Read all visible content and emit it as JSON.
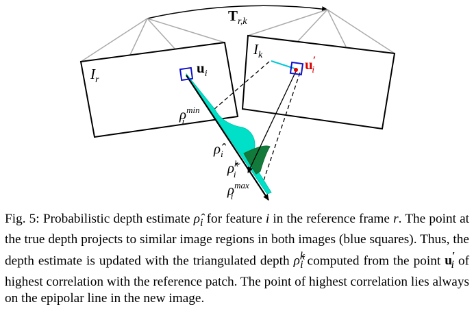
{
  "figure": {
    "labels": {
      "transform_main": "T",
      "transform_sub": "r,k",
      "ref_image_main": "I",
      "ref_image_sub": "r",
      "new_image_main": "I",
      "new_image_sub": "k",
      "ref_point_main": "u",
      "ref_point_sub": "i",
      "new_point_main": "u",
      "new_point_prime": "′",
      "new_point_sub": "i",
      "rho_min_main": "ρ",
      "rho_min_sub": "i",
      "rho_min_sup": "min",
      "rho_hat_main": "ρ̂",
      "rho_hat_sub": "i",
      "rho_tilde_main": "ρ̃",
      "rho_tilde_sub": "i",
      "rho_tilde_sup": "k",
      "rho_max_main": "ρ",
      "rho_max_sub": "i",
      "rho_max_sup": "max"
    },
    "colors": {
      "frame": "#000000",
      "pyramid": "#aaaaaa",
      "distribution": "#00e0c8",
      "likelihood": "#127a3a",
      "patch": "#1010cc",
      "new_point": "#dd0000",
      "epipolar": "#00c8d8"
    }
  },
  "caption": {
    "fig_label": "Fig. 5:",
    "p1": "Probabilistic depth estimate",
    "rho_hat": "ρ̂",
    "rho_hat_sub": "i",
    "p2": "for feature",
    "feature_var": "i",
    "p3": "in the reference frame",
    "frame_var": "r",
    "p4": ". The point at the true depth projects to similar image regions in both images (blue squares). Thus, the depth estimate is updated with the triangulated depth",
    "rho_tilde": "ρ̃",
    "rho_tilde_sup": "k",
    "rho_tilde_sub": "i",
    "p5": "computed from the point",
    "u_main": "u",
    "u_prime": "′",
    "u_sub": "i",
    "p6": "of highest correlation with the reference patch. The point of highest correlation lies always on the epipolar line in the new image."
  }
}
